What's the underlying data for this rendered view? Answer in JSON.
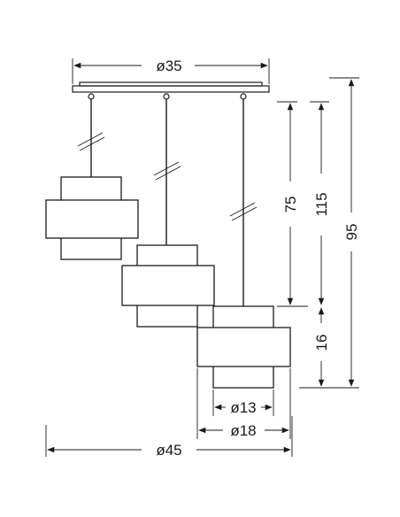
{
  "dimensions": {
    "canopy_width": "ø35",
    "total_width": "ø45",
    "inner_diameter": "ø13",
    "outer_diameter": "ø18",
    "height_short": "75",
    "height_mid": "115",
    "height_total": "95",
    "shade_height": "16"
  }
}
